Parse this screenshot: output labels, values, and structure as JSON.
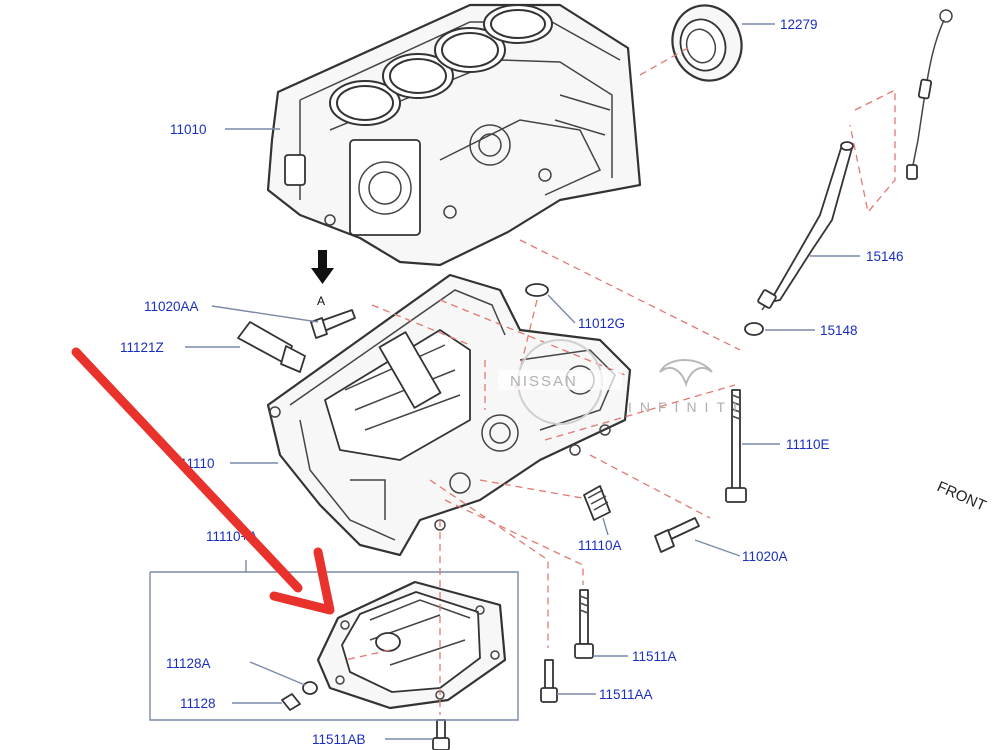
{
  "callouts": {
    "c12279": "12279",
    "c11010": "11010",
    "c15146": "15146",
    "c11020AA": "11020AA",
    "c11012G": "11012G",
    "c15148": "15148",
    "c11121Z": "11121Z",
    "c11110": "11110",
    "c11110E": "11110E",
    "c11110A": "11110A",
    "c11020A": "11020A",
    "c11110_A": "11110+A",
    "c11511A": "11511A",
    "c11128A": "11128A",
    "c11511AA": "11511AA",
    "c11128": "11128",
    "c11511AB": "11511AB"
  },
  "view_marker": "A",
  "front_label": "FRONT",
  "watermark": {
    "brand1": "NISSAN",
    "brand2": "INFINITI"
  },
  "colors": {
    "callout_text": "#1a2fc0",
    "dashed_leader": "#e07a72",
    "annotation_arrow": "#e8322b"
  },
  "icons": {
    "view_arrow": "down-arrow-icon",
    "annotation": "red-arrow-icon"
  }
}
